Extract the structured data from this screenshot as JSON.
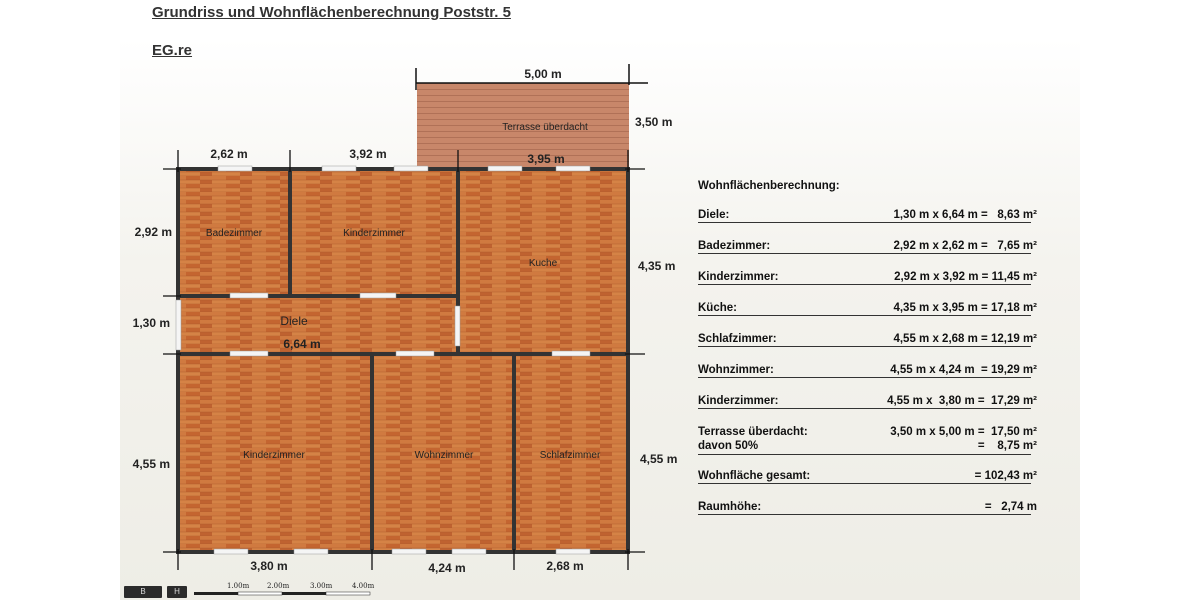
{
  "title": "Grundriss und Wohnflächenberechnung Poststr. 5",
  "subtitle": "EG.re",
  "rooms": {
    "terrasse": "Terrasse überdacht",
    "badezimmer": "Badezimmer",
    "kinderzimmer_top": "Kinderzimmer",
    "kuche": "Kuche",
    "diele": "Diele",
    "kinderzimmer_bottom": "Kinderzimmer",
    "wohnzimmer": "Wohnzimmer",
    "schlafzimmer": "Schlafzimmer"
  },
  "dimensions": {
    "terrasse_width": "5,00 m",
    "terrasse_depth": "3,50 m",
    "top_1": "2,62 m",
    "top_2": "3,92 m",
    "top_3": "3,95 m",
    "left_1": "2,92 m",
    "left_2": "1,30 m",
    "left_3": "4,55 m",
    "right_1": "4,35 m",
    "right_2": "4,55 m",
    "diele_length": "6,64 m",
    "bottom_1": "3,80 m",
    "bottom_2": "4,24 m",
    "bottom_3": "2,68 m"
  },
  "calculation": {
    "heading": "Wohnflächenberechnung:",
    "rows": [
      {
        "label": "Diele:",
        "value": "1,30 m x 6,64 m =   8,63 m²"
      },
      {
        "label": "Badezimmer:",
        "value": "2,92 m x 2,62 m =   7,65 m²"
      },
      {
        "label": "Kinderzimmer:",
        "value": "2,92 m x 3,92 m = 11,45 m²"
      },
      {
        "label": "Küche:",
        "value": "4,35 m x 3,95 m = 17,18 m²"
      },
      {
        "label": "Schlafzimmer:",
        "value": "4,55 m x 2,68 m = 12,19 m²"
      },
      {
        "label": "Wohnzimmer:",
        "value": "4,55 m x 4,24 m  = 19,29 m²"
      },
      {
        "label": "Kinderzimmer:",
        "value": "4,55 m x  3,80 m =  17,29 m²"
      }
    ],
    "terrasse_label": "Terrasse überdacht:",
    "terrasse_value": "3,50 m x 5,00 m =  17,50 m²",
    "terrasse_label2": "davon 50%",
    "terrasse_value2": "=    8,75 m²",
    "total_label": "Wohnfläche gesamt:",
    "total_value": "= 102,43 m²",
    "height_label": "Raumhöhe:",
    "height_value": "=   2,74 m"
  },
  "toolbar": {
    "btn_1": "B",
    "btn_2": "H"
  },
  "scale": [
    "1.00m",
    "2.00m",
    "3.00m",
    "4.00m"
  ],
  "colors": {
    "floor": "#c9703a",
    "floor_light": "#d9844a",
    "terrace": "#c08060",
    "wall": "#3a3a3a"
  }
}
